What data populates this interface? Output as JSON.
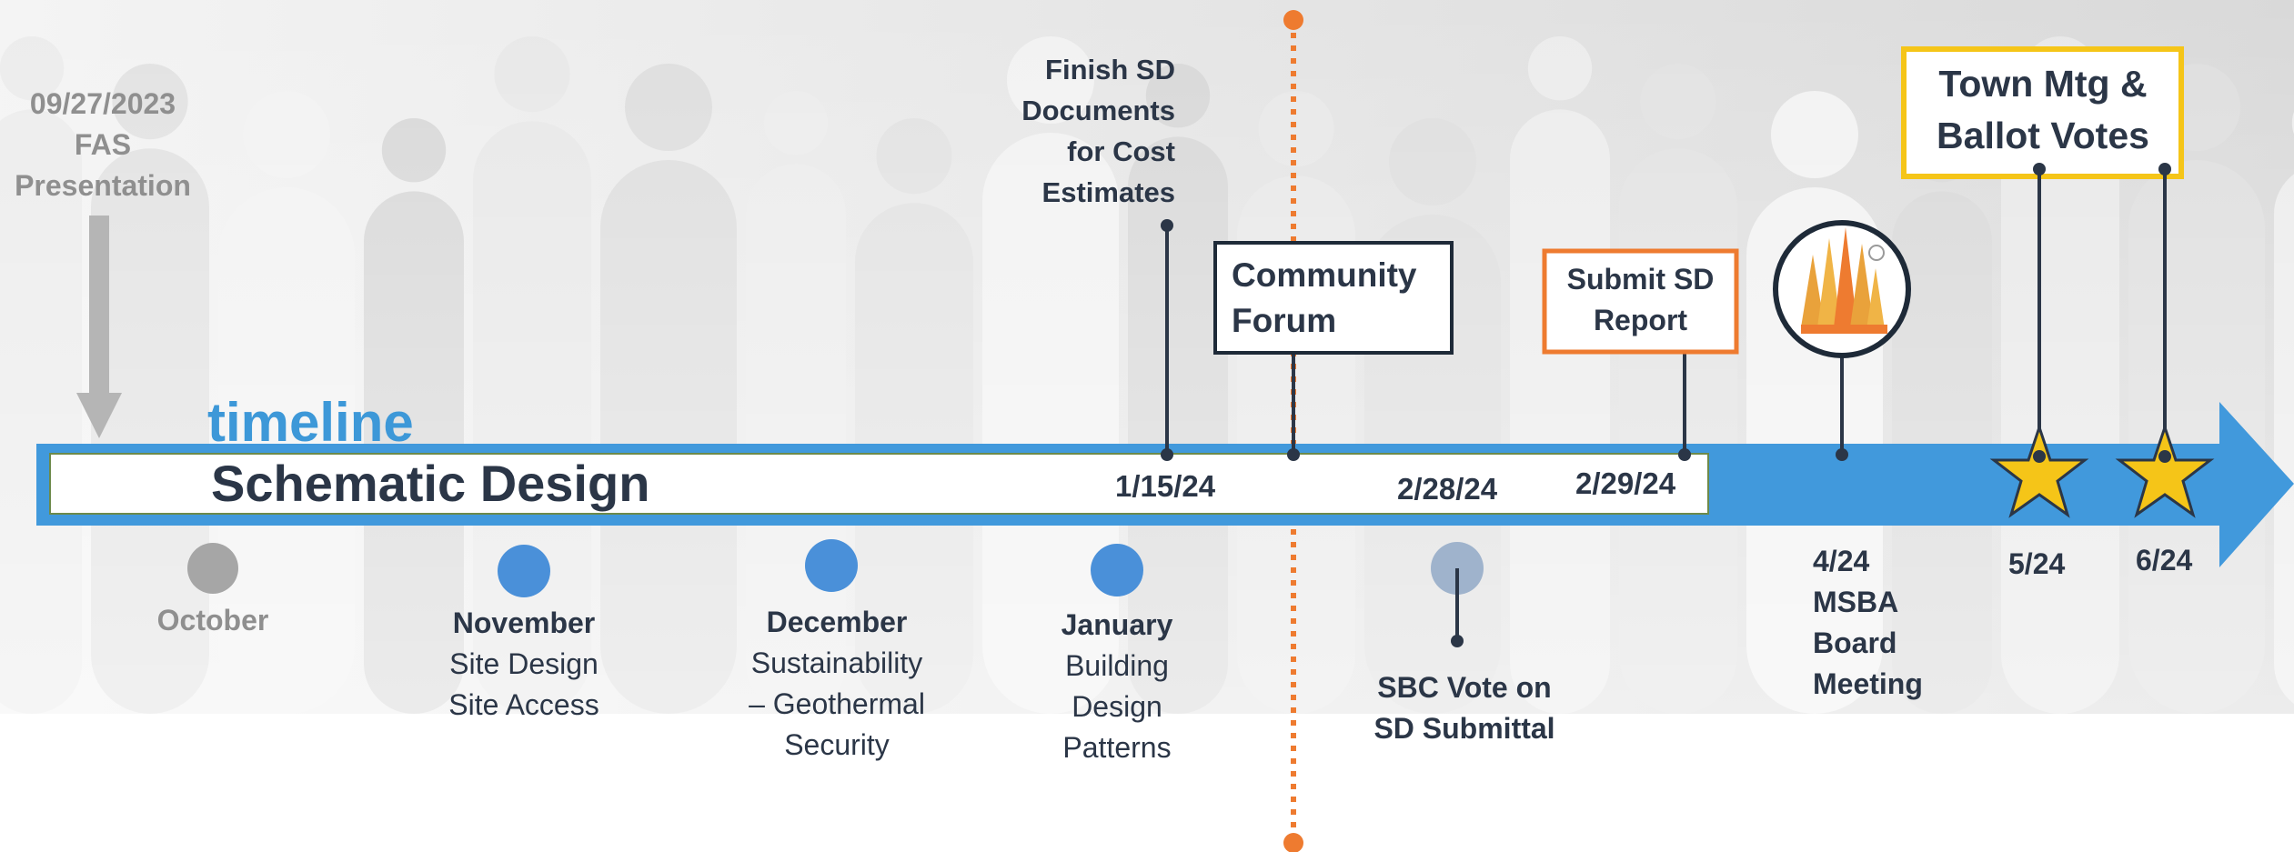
{
  "intro": {
    "date": "09/27/2023",
    "org": "FAS",
    "label": "Presentation"
  },
  "band": {
    "overlay_label": "timeline",
    "title": "Schematic Design"
  },
  "milestones": {
    "finish_sd": {
      "lines": [
        "Finish SD",
        "Documents",
        "for Cost",
        "Estimates"
      ],
      "date": "1/15/24"
    },
    "community_forum": {
      "lines": [
        "Community",
        "Forum"
      ]
    },
    "sbc_vote": {
      "date": "2/28/24",
      "lines": [
        "SBC Vote on",
        "SD Submittal"
      ]
    },
    "submit_sd": {
      "lines": [
        "Submit SD",
        "Report"
      ],
      "date": "2/29/24"
    },
    "msba": {
      "lines": [
        "4/24",
        "MSBA",
        "Board",
        "Meeting"
      ]
    },
    "town_mtg": {
      "lines": [
        "Town Mtg &",
        "Ballot Votes"
      ],
      "dates": [
        "5/24",
        "6/24"
      ]
    }
  },
  "months": {
    "october": {
      "title": "October",
      "lines": []
    },
    "november": {
      "title": "November",
      "lines": [
        "Site Design",
        "Site Access"
      ]
    },
    "december": {
      "title": "December",
      "lines": [
        "Sustainability",
        "– Geothermal",
        "Security"
      ]
    },
    "january": {
      "title": "January",
      "lines": [
        "Building",
        "Design",
        "Patterns"
      ]
    }
  },
  "colors": {
    "arrow": "#4199dc",
    "navy": "#2b3647",
    "orange": "#ee7b30",
    "gold": "#f5c518",
    "grey_dot": "#a6a6a6",
    "blue_dot": "#4a90d9",
    "pale_dot": "#9fb3cc",
    "timeline_word": "#3d98d8"
  },
  "icons": {
    "arrow_down": "down-arrow-icon",
    "pencils": "pencils-icon",
    "star": "star-icon"
  }
}
